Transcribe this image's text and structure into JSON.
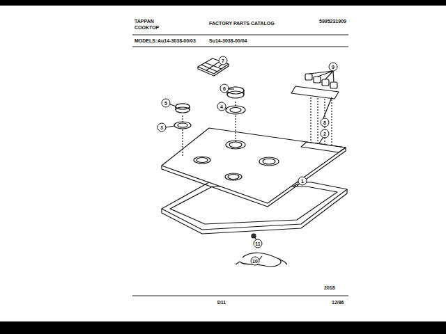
{
  "diagram": {
    "title": "FACTORY PARTS CATALOG",
    "labels": [
      "TAPPAN",
      "COOKTOP",
      "5995231909",
      "MODELS:",
      "Au14-3038-00/03",
      "Su14-3038-00/04",
      "7",
      "9",
      "6",
      "8",
      "5",
      "4",
      "3",
      "2",
      "1",
      "11",
      "10",
      "2018",
      "D11",
      "12/86"
    ]
  }
}
